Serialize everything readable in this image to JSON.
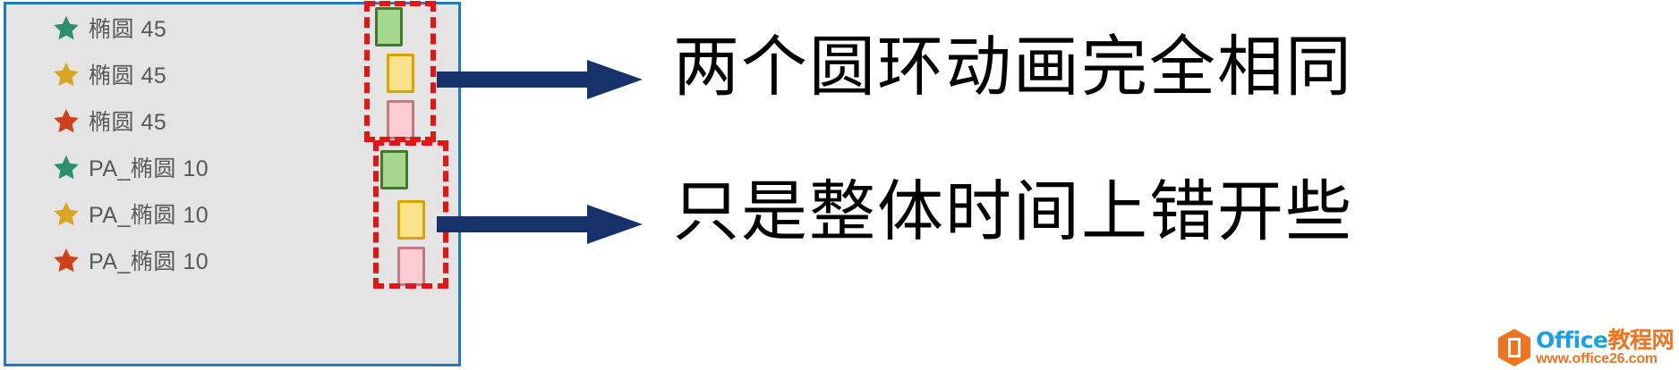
{
  "panel": {
    "name": "animation-pane",
    "background_color": "#e4e4e4",
    "border_color": "#1e7bbd",
    "rows": [
      {
        "star_color": "#2d8f6f",
        "star_name": "star-icon-green",
        "label": "椭圆 45",
        "bar_color": "green",
        "bar_name": "timeline-bar-green"
      },
      {
        "star_color": "#daa520",
        "star_name": "star-icon-gold",
        "label": "椭圆 45",
        "bar_color": "yellow",
        "bar_name": "timeline-bar-yellow"
      },
      {
        "star_color": "#d1401a",
        "star_name": "star-icon-red",
        "label": "椭圆 45",
        "bar_color": "pink",
        "bar_name": "timeline-bar-pink"
      },
      {
        "star_color": "#2d8f6f",
        "star_name": "star-icon-green",
        "label": "PA_椭圆 10",
        "bar_color": "green",
        "bar_name": "timeline-bar-green"
      },
      {
        "star_color": "#daa520",
        "star_name": "star-icon-gold",
        "label": "PA_椭圆 10",
        "bar_color": "yellow",
        "bar_name": "timeline-bar-yellow"
      },
      {
        "star_color": "#d1401a",
        "star_name": "star-icon-red",
        "label": "PA_椭圆 10",
        "bar_color": "pink",
        "bar_name": "timeline-bar-pink"
      }
    ],
    "highlight_boxes": [
      {
        "name": "highlight-box-group-1",
        "color": "#e81313"
      },
      {
        "name": "highlight-box-group-2",
        "color": "#e81313"
      }
    ]
  },
  "annotations": [
    {
      "name": "annotation-top",
      "text": "两个圆环动画完全相同",
      "arrow_color": "#17326b"
    },
    {
      "name": "annotation-bottom",
      "text": "只是整体时间上错开些",
      "arrow_color": "#17326b"
    }
  ],
  "watermark": {
    "brand_en": "Office",
    "brand_cn": "教程网",
    "url": "www.office26.com",
    "logo_color": "#ef7421",
    "title_color": "#1a9fe0"
  }
}
